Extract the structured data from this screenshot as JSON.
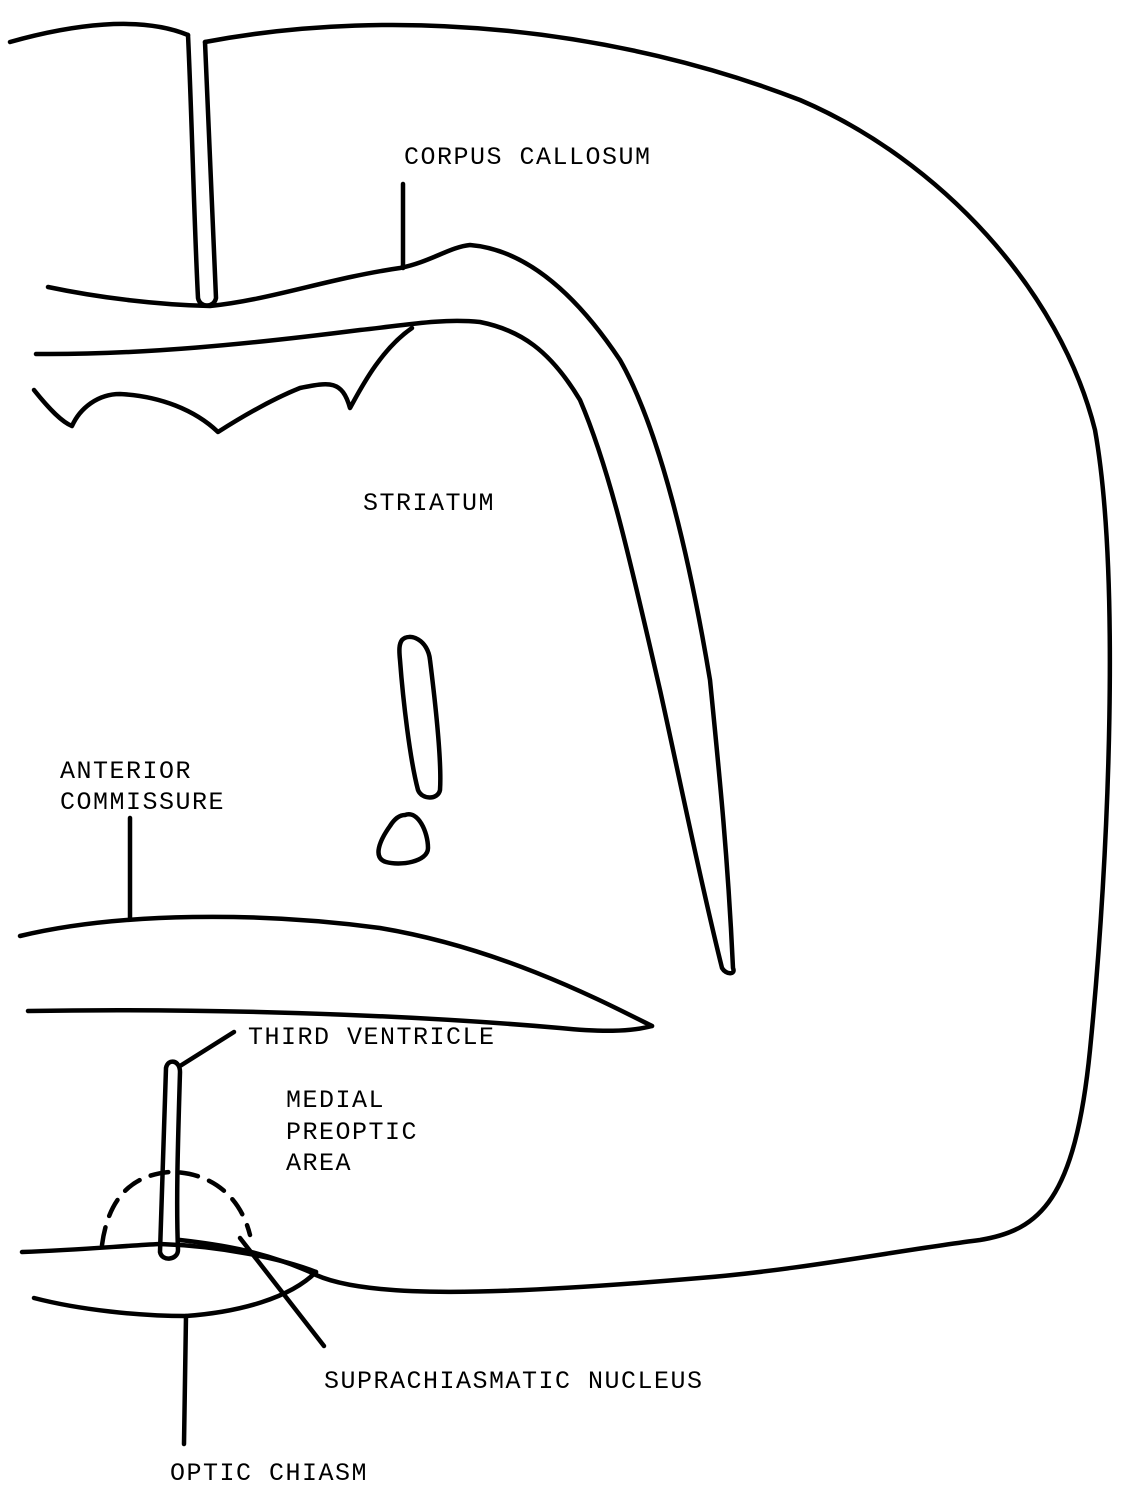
{
  "labels": {
    "corpus_callosum": "CORPUS CALLOSUM",
    "striatum": "STRIATUM",
    "anterior_commissure_line1": "ANTERIOR",
    "anterior_commissure_line2": "COMMISSURE",
    "third_ventricle": "THIRD VENTRICLE",
    "medial_preoptic_line1": "MEDIAL",
    "medial_preoptic_line2": "PREOPTIC",
    "medial_preoptic_line3": "AREA",
    "suprachiasmatic_nucleus": "SUPRACHIASMATIC NUCLEUS",
    "optic_chiasm": "OPTIC CHIASM"
  }
}
